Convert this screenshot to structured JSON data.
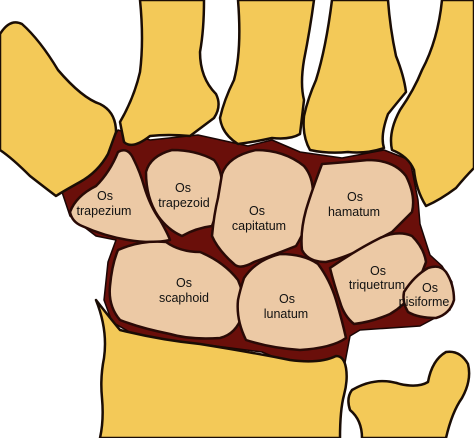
{
  "colors": {
    "metacarpal": "#f3c958",
    "carpal": "#ecc9a5",
    "joint_space": "#6a0f0a",
    "outline": "#1a0d05"
  },
  "bones": {
    "trapezium": {
      "line1": "Os",
      "line2": "trapezium"
    },
    "trapezoid": {
      "line1": "Os",
      "line2": "trapezoid"
    },
    "capitatum": {
      "line1": "Os",
      "line2": "capitatum"
    },
    "hamatum": {
      "line1": "Os",
      "line2": "hamatum"
    },
    "scaphoid": {
      "line1": "Os",
      "line2": "scaphoid"
    },
    "lunatum": {
      "line1": "Os",
      "line2": "lunatum"
    },
    "triquetrum": {
      "line1": "Os",
      "line2": "triquetrum"
    },
    "pisiforme": {
      "line1": "Os",
      "line2": "pisiforme"
    }
  }
}
